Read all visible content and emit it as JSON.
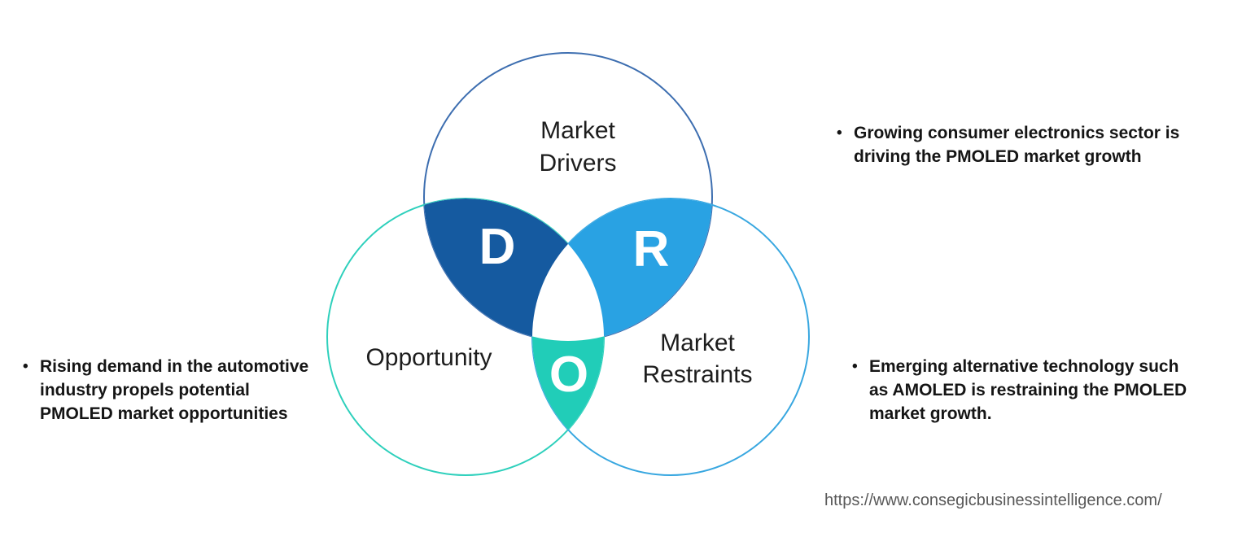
{
  "colors": {
    "page_bg": "#ffffff",
    "drivers_lens": "#155aa0",
    "restraints_lens": "#29a2e3",
    "opportunity_lens": "#21cdb8",
    "drivers_ring": "#3d6eb0",
    "opportunity_ring": "#2ed0bc",
    "restraints_ring": "#38a7e0",
    "letter_text": "#ffffff",
    "label_text": "#1d1d1d",
    "note_text": "#151515",
    "url_text": "#595959"
  },
  "venn": {
    "drivers": {
      "label": "Market Drivers",
      "letter": "D"
    },
    "restraints": {
      "label": "Market Restraints",
      "letter": "R"
    },
    "opportunity": {
      "label": "Opportunity",
      "letter": "O"
    }
  },
  "bullets": {
    "left": {
      "marker": "•",
      "text": "Rising demand in the automotive industry propels potential PMOLED market opportunities"
    },
    "right_top": {
      "marker": "•",
      "text": "Growing consumer electronics sector is driving the PMOLED market growth"
    },
    "right_bottom": {
      "marker": "•",
      "text": "Emerging alternative technology such as AMOLED is restraining the PMOLED market growth."
    }
  },
  "footer": {
    "url": "https://www.consegicbusinessintelligence.com/"
  }
}
